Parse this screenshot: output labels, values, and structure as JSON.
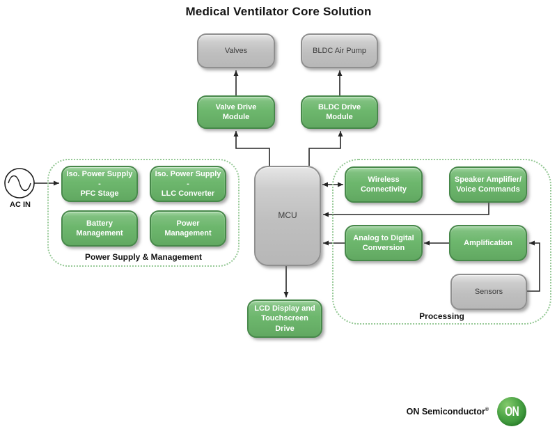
{
  "title": "Medical Ventilator Core Solution",
  "nodes": {
    "valves": "Valves",
    "bldc_air_pump": "BLDC Air Pump",
    "valve_drive": "Valve Drive Module",
    "bldc_drive": "BLDC Drive Module",
    "mcu": "MCU",
    "iso_pfc": "Iso. Power Supply -\nPFC Stage",
    "iso_llc": "Iso. Power Supply -\nLLC Converter",
    "battery": "Battery\nManagement",
    "power_mgmt": "Power\nManagement",
    "wireless": "Wireless\nConnectivity",
    "speaker": "Speaker Amplifier/\nVoice Commands",
    "adc": "Analog to Digital\nConversion",
    "amplification": "Amplification",
    "sensors": "Sensors",
    "lcd": "LCD Display and\nTouchscreen Drive"
  },
  "groups": {
    "power": "Power Supply & Management",
    "processing": "Processing"
  },
  "ac_in": "AC IN",
  "logo": {
    "brand": "ON Semiconductor",
    "reg": "®",
    "badge": "ON"
  },
  "colors": {
    "green_box": "#6db76d",
    "gray_box": "#bfbfbf",
    "dotted_border": "#96c996",
    "arrow": "#262626",
    "logo_green": "#3b973b"
  }
}
